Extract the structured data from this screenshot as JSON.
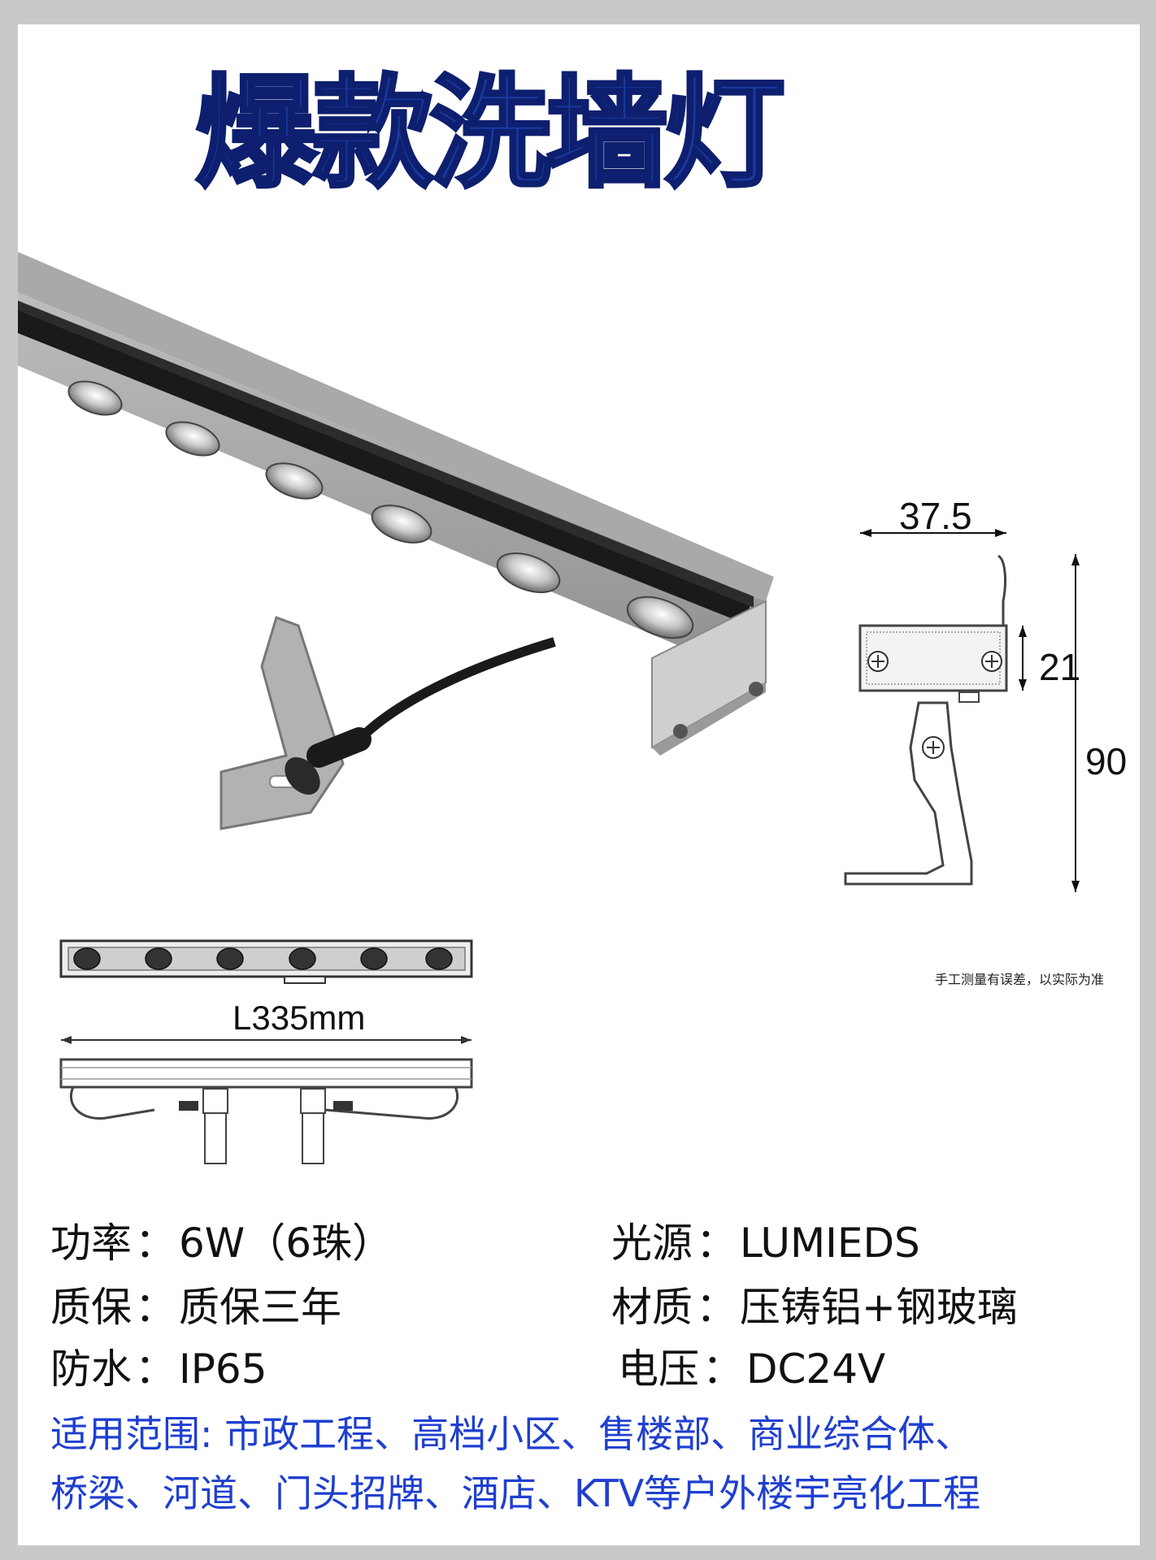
{
  "title": "爆款洗墙灯",
  "dimensions": {
    "width": "37.5",
    "body_height": "21",
    "total_height": "90",
    "length": "L335mm"
  },
  "note": "手工测量有误差，以实际为准",
  "specs": {
    "separator": "：",
    "power": {
      "label": "功率",
      "value": "6W（6珠）"
    },
    "source": {
      "label": "光源",
      "value": "LUMIEDS"
    },
    "warranty": {
      "label": "质保",
      "value": "质保三年"
    },
    "material": {
      "label": "材质",
      "value": "压铸铝+钢玻璃"
    },
    "waterproof": {
      "label": "防水",
      "value": "IP65"
    },
    "voltage": {
      "label": "电压",
      "value": "DC24V"
    }
  },
  "application": {
    "line1": "适用范围: 市政工程、高档小区、售楼部、商业综合体、",
    "line2": "桥梁、河道、门头招牌、酒店、KTV等户外楼宇亮化工程"
  },
  "colors": {
    "title": "#1a3aa0",
    "application_text": "#1f3fd0"
  }
}
